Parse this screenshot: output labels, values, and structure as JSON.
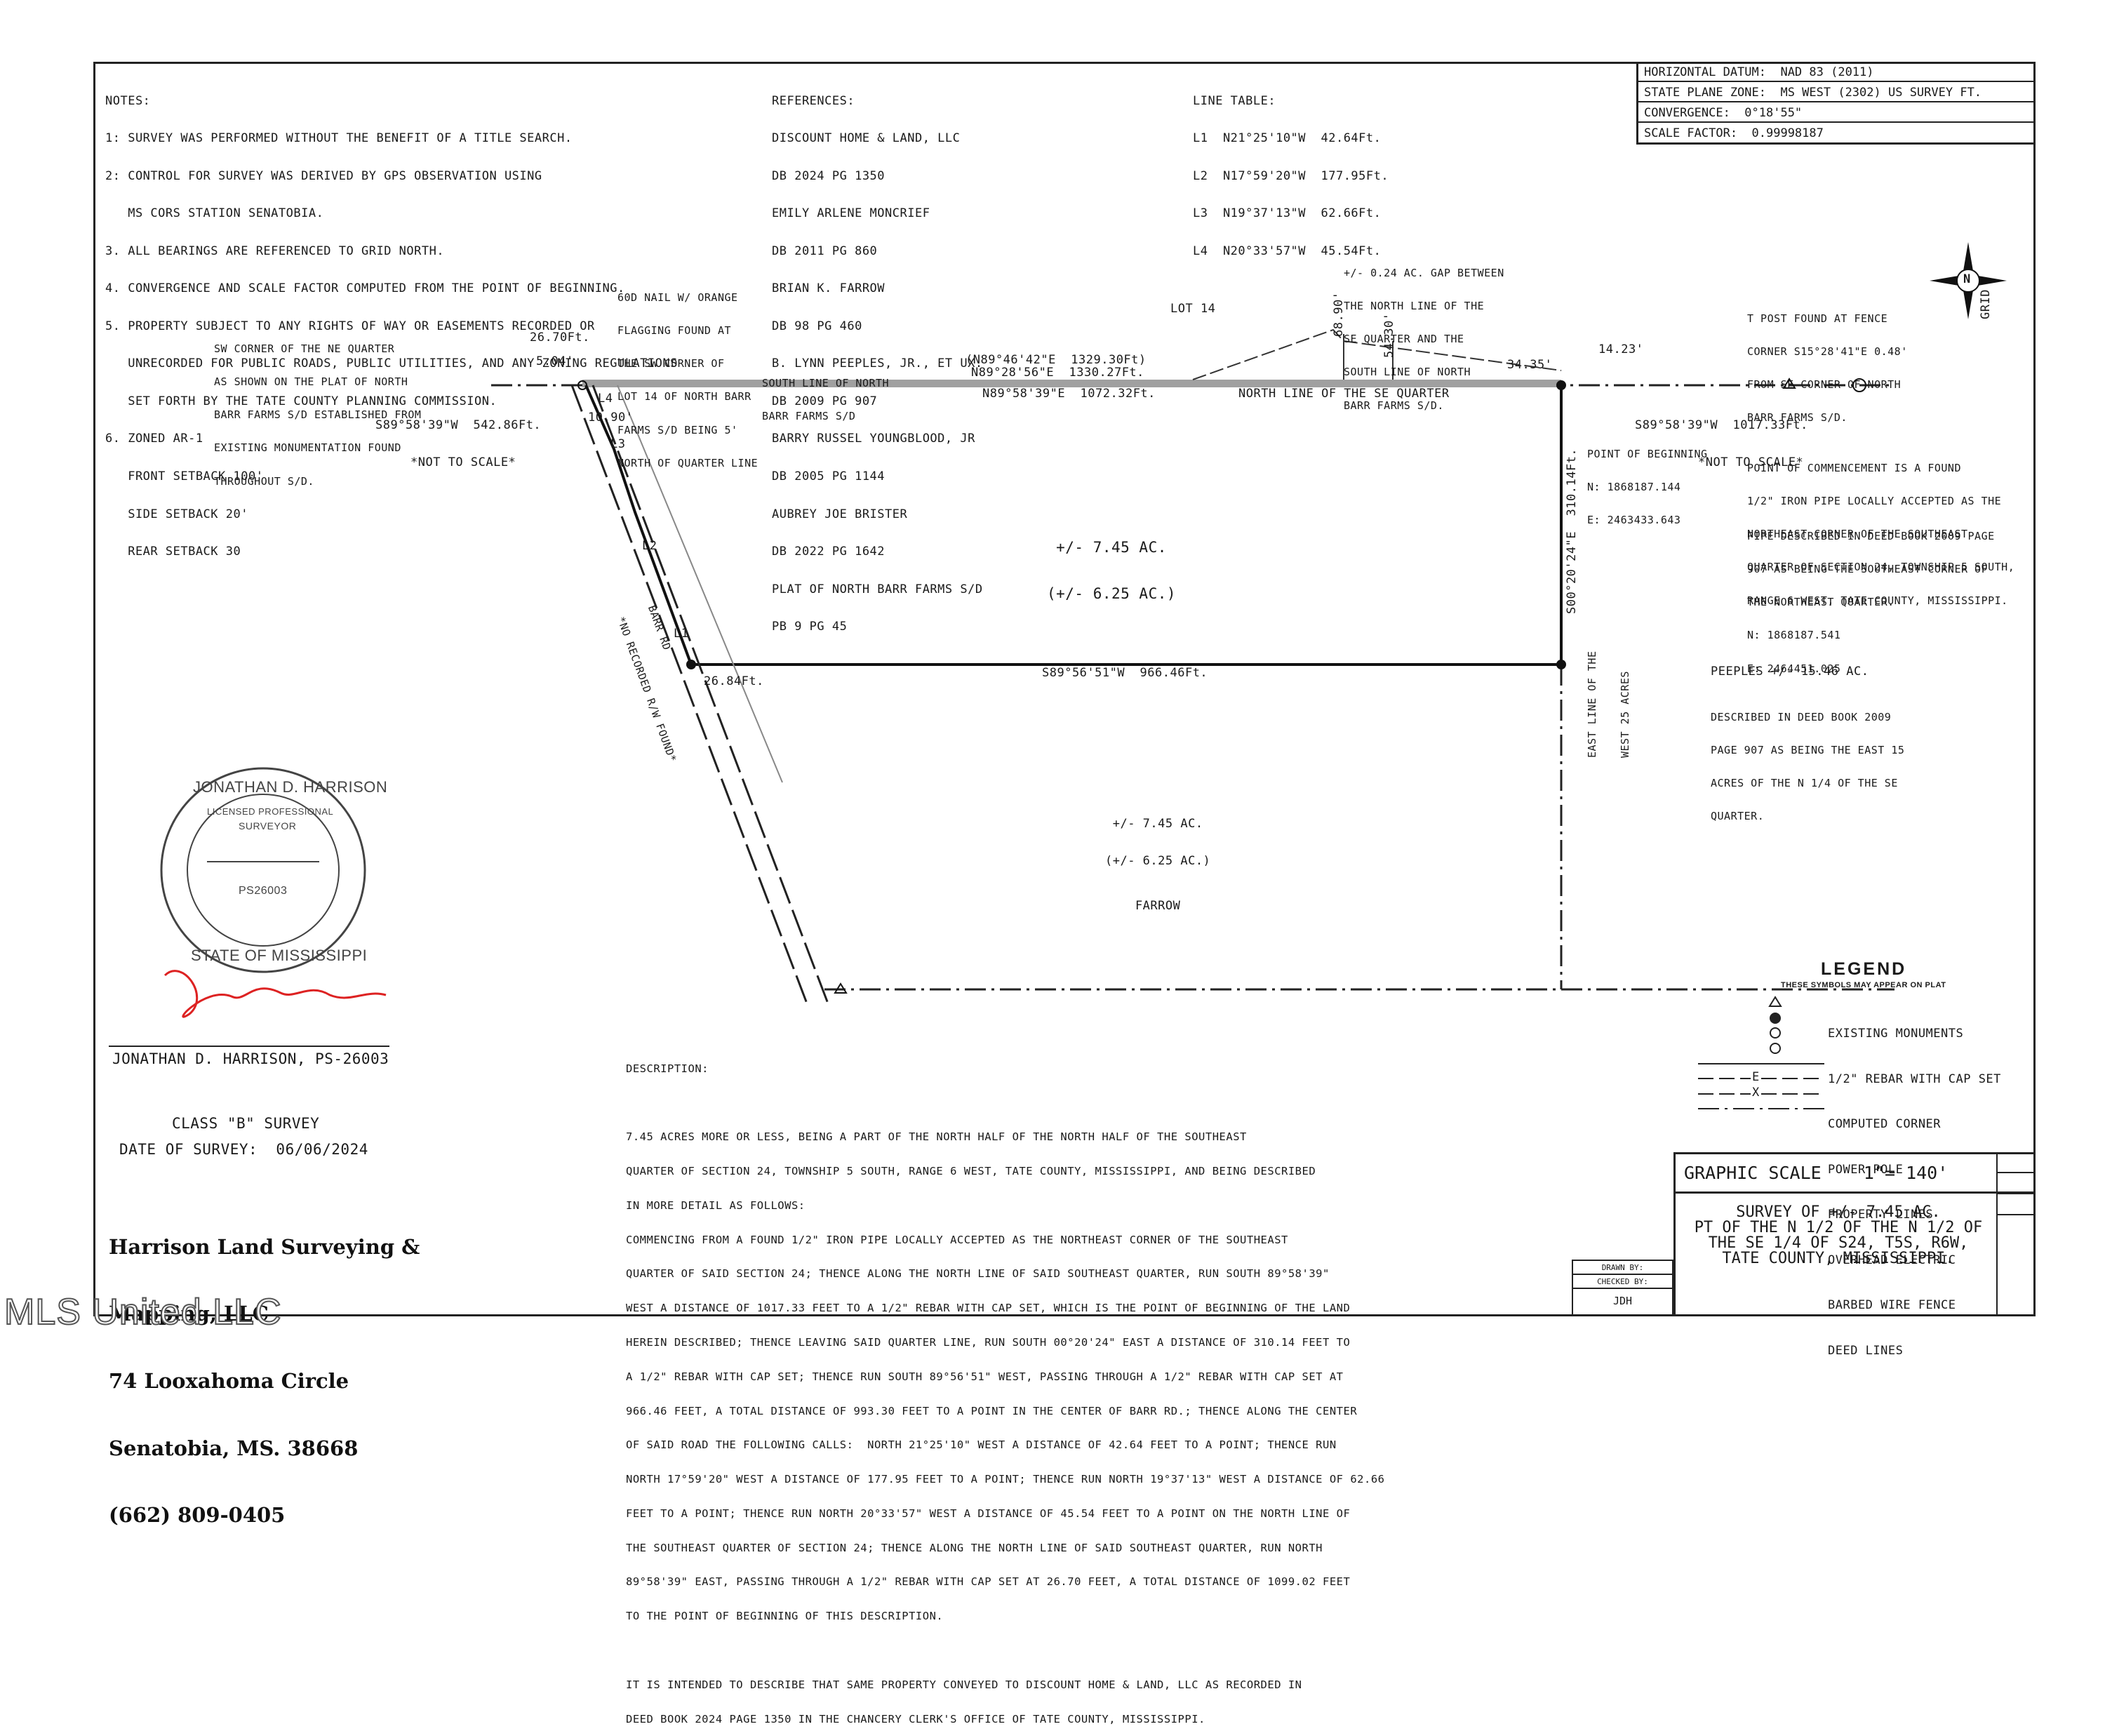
{
  "notes": [
    "NOTES:",
    "1: SURVEY WAS PERFORMED WITHOUT THE BENEFIT OF A TITLE SEARCH.",
    "2: CONTROL FOR SURVEY WAS DERIVED BY GPS OBSERVATION USING",
    "   MS CORS STATION SENATOBIA.",
    "3. ALL BEARINGS ARE REFERENCED TO GRID NORTH.",
    "4. CONVERGENCE AND SCALE FACTOR COMPUTED FROM THE POINT OF BEGINNING.",
    "5. PROPERTY SUBJECT TO ANY RIGHTS OF WAY OR EASEMENTS RECORDED OR",
    "   UNRECORDED FOR PUBLIC ROADS, PUBLIC UTILITIES, AND ANY ZONING REGULATIONS",
    "   SET FORTH BY THE TATE COUNTY PLANNING COMMISSION.",
    "6. ZONED AR-1",
    "   FRONT SETBACK 100'",
    "   SIDE SETBACK 20'",
    "   REAR SETBACK 30"
  ],
  "references": [
    "REFERENCES:",
    "DISCOUNT HOME & LAND, LLC",
    "DB 2024 PG 1350",
    "EMILY ARLENE MONCRIEF",
    "DB 2011 PG 860",
    "BRIAN K. FARROW",
    "DB 98 PG 460",
    "B. LYNN PEEPLES, JR., ET UX.",
    "DB 2009 PG 907",
    "BARRY RUSSEL YOUNGBLOOD, JR",
    "DB 2005 PG 1144",
    "AUBREY JOE BRISTER",
    "DB 2022 PG 1642",
    "PLAT OF NORTH BARR FARMS S/D",
    "PB 9 PG 45"
  ],
  "line_table": [
    "LINE TABLE:",
    "L1  N21°25'10\"W  42.64Ft.",
    "L2  N17°59'20\"W  177.95Ft.",
    "L3  N19°37'13\"W  62.66Ft.",
    "L4  N20°33'57\"W  45.54Ft."
  ],
  "datum": {
    "horizontal": "HORIZONTAL DATUM:  NAD 83 (2011)",
    "state_plane": "STATE PLANE ZONE:  MS WEST (2302) US SURVEY FT.",
    "convergence": "CONVERGENCE:  0°18'55\"",
    "scale_factor": "SCALE FACTOR:  0.99998187"
  },
  "plat": {
    "sw_corner_ne": [
      "SW CORNER OF THE NE QUARTER",
      "AS SHOWN ON THE PLAT OF NORTH",
      "BARR FARMS S/D ESTABLISHED FROM",
      "EXISTING MONUMENTATION FOUND",
      "THROUGHOUT S/D."
    ],
    "nail": [
      "60D NAIL W/ ORANGE",
      "FLAGGING FOUND AT",
      "THE SW CORNER OF",
      "LOT 14 OF NORTH BARR",
      "FARMS S/D BEING 5'",
      "NORTH OF QUARTER LINE"
    ],
    "gap": [
      "+/- 0.24 AC. GAP BETWEEN",
      "THE NORTH LINE OF THE",
      "SE QUARTER AND THE",
      "SOUTH LINE OF NORTH",
      "BARR FARMS S/D."
    ],
    "tpost": [
      "T POST FOUND AT FENCE",
      "CORNER S15°28'41\"E 0.48'",
      "FROM SE CORNER OF NORTH",
      "BARR FARMS S/D."
    ],
    "lot14": "LOT 14",
    "dist_2670": "26.70Ft.",
    "dist_504": "5.04'",
    "dist_1090": "10.90'",
    "dist_6890": "68.90'",
    "dist_5430": "54.30'",
    "dist_3435": "34.35'",
    "dist_1423": "14.23'",
    "dist_2684": "26.84Ft.",
    "west_call": "S89°58'39\"W  542.86Ft.",
    "west_nts": "*NOT TO SCALE*",
    "east_call": "S89°58'39\"W  1017.33Ft.",
    "east_nts": "*NOT TO SCALE*",
    "south_line": [
      "SOUTH LINE OF NORTH",
      "BARR FARMS S/D"
    ],
    "record1": "(N89°46'42\"E  1329.30Ft)",
    "record2": "N89°28'56\"E  1330.27Ft.",
    "north_call": "N89°58'39\"E  1072.32Ft.",
    "north_line": "NORTH LINE OF THE SE QUARTER",
    "pob": [
      "POINT OF BEGINNING",
      "N: 1868187.144",
      "E: 2463433.643"
    ],
    "commencement": [
      "POINT OF COMMENCEMENT IS A FOUND",
      "1/2\" IRON PIPE LOCALLY ACCEPTED AS THE",
      "NORTHEAST CORNER OF THE SOUTHEAST",
      "QUARTER OF SECTION 24, TOWNSHIP 5 SOUTH,",
      "RANGE 6 WEST, TATE COUNTY, MISSISSIPPI."
    ],
    "pipe": [
      "PIPE DESCRIBED IN DEED BOOK 2009 PAGE",
      "907 AS BEING THE SOUTHEAST CORNER OF",
      "THE NORTHEAST QUARTER.",
      "N: 1868187.541",
      "E: 2464451.025"
    ],
    "area1": [
      "+/- 7.45 AC.",
      "(+/- 6.25 AC.)"
    ],
    "east_call_vert": "S00°20'24\"E  310.14Ft.",
    "south_call": "S89°56'51\"W  966.46Ft.",
    "barr_rd": [
      "BARR RD",
      "*NO RECORDED R/W FOUND*"
    ],
    "east_line_label": [
      "EAST LINE OF THE",
      "WEST 25 ACRES"
    ],
    "peeples": "PEEPLES +/- 15.46 AC.",
    "peeples_desc": [
      "DESCRIBED IN DEED BOOK 2009",
      "PAGE 907 AS BEING THE EAST 15",
      "ACRES OF THE N 1/4 OF THE SE",
      "QUARTER."
    ],
    "area2": [
      "+/- 7.45 AC.",
      "(+/- 6.25 AC.)",
      "FARROW"
    ],
    "grid": "GRID",
    "north_letter": "N",
    "l1": "L1",
    "l2": "L2",
    "l3": "L3",
    "l4": "L4"
  },
  "seal": {
    "name": "JONATHAN D. HARRISON",
    "licensed": "LICENSED PROFESSIONAL",
    "surveyor": "SURVEYOR",
    "number": "PS26003",
    "state": "STATE OF MISSISSIPPI"
  },
  "surveyor_line": "JONATHAN D. HARRISON, PS-26003",
  "class_line": "CLASS \"B\" SURVEY",
  "date_line": "DATE OF SURVEY:  06/06/2024",
  "company": [
    "Harrison Land Surveying &",
    "Mapping, LLC",
    "74 Looxahoma Circle",
    "Senatobia, MS. 38668",
    "(662) 809-0405"
  ],
  "description": [
    "DESCRIPTION:",
    "",
    "7.45 ACRES MORE OR LESS, BEING A PART OF THE NORTH HALF OF THE NORTH HALF OF THE SOUTHEAST",
    "QUARTER OF SECTION 24, TOWNSHIP 5 SOUTH, RANGE 6 WEST, TATE COUNTY, MISSISSIPPI, AND BEING DESCRIBED",
    "IN MORE DETAIL AS FOLLOWS:",
    "COMMENCING FROM A FOUND 1/2\" IRON PIPE LOCALLY ACCEPTED AS THE NORTHEAST CORNER OF THE SOUTHEAST",
    "QUARTER OF SAID SECTION 24; THENCE ALONG THE NORTH LINE OF SAID SOUTHEAST QUARTER, RUN SOUTH 89°58'39\"",
    "WEST A DISTANCE OF 1017.33 FEET TO A 1/2\" REBAR WITH CAP SET, WHICH IS THE POINT OF BEGINNING OF THE LAND",
    "HEREIN DESCRIBED; THENCE LEAVING SAID QUARTER LINE, RUN SOUTH 00°20'24\" EAST A DISTANCE OF 310.14 FEET TO",
    "A 1/2\" REBAR WITH CAP SET; THENCE RUN SOUTH 89°56'51\" WEST, PASSING THROUGH A 1/2\" REBAR WITH CAP SET AT",
    "966.46 FEET, A TOTAL DISTANCE OF 993.30 FEET TO A POINT IN THE CENTER OF BARR RD.; THENCE ALONG THE CENTER",
    "OF SAID ROAD THE FOLLOWING CALLS:  NORTH 21°25'10\" WEST A DISTANCE OF 42.64 FEET TO A POINT; THENCE RUN",
    "NORTH 17°59'20\" WEST A DISTANCE OF 177.95 FEET TO A POINT; THENCE RUN NORTH 19°37'13\" WEST A DISTANCE OF 62.66",
    "FEET TO A POINT; THENCE RUN NORTH 20°33'57\" WEST A DISTANCE OF 45.54 FEET TO A POINT ON THE NORTH LINE OF",
    "THE SOUTHEAST QUARTER OF SECTION 24; THENCE ALONG THE NORTH LINE OF SAID SOUTHEAST QUARTER, RUN NORTH",
    "89°58'39\" EAST, PASSING THROUGH A 1/2\" REBAR WITH CAP SET AT 26.70 FEET, A TOTAL DISTANCE OF 1099.02 FEET",
    "TO THE POINT OF BEGINNING OF THIS DESCRIPTION.",
    "",
    "IT IS INTENDED TO DESCRIBE THAT SAME PROPERTY CONVEYED TO DISCOUNT HOME & LAND, LLC AS RECORDED IN",
    "DEED BOOK 2024 PAGE 1350 IN THE CHANCERY CLERK'S OFFICE OF TATE COUNTY, MISSISSIPPI."
  ],
  "legend": {
    "title": "LEGEND",
    "subtitle": "THESE SYMBOLS MAY APPEAR ON PLAT",
    "items": [
      "EXISTING MONUMENTS",
      "1/2\" REBAR WITH CAP SET",
      "COMPUTED CORNER",
      "POWER POLE",
      "PROPERTY LINES",
      "OVERHEAD ELECTRIC",
      "BARBED WIRE FENCE",
      "DEED LINES"
    ],
    "e_symbol": "E",
    "x_symbol": "X"
  },
  "graphic_scale": "GRAPHIC SCALE    1\"= 140'",
  "title_block": [
    "SURVEY OF +/- 7.45 AC.",
    "PT OF THE N 1/2 OF THE N 1/2 OF",
    "THE SE 1/4 OF S24, T5S, R6W,",
    "TATE COUNTY, MISSISSIPPI."
  ],
  "drawn_by": "DRAWN BY:",
  "checked_by": "CHECKED BY:",
  "initials": "JDH",
  "watermark": "MLS United LLC"
}
